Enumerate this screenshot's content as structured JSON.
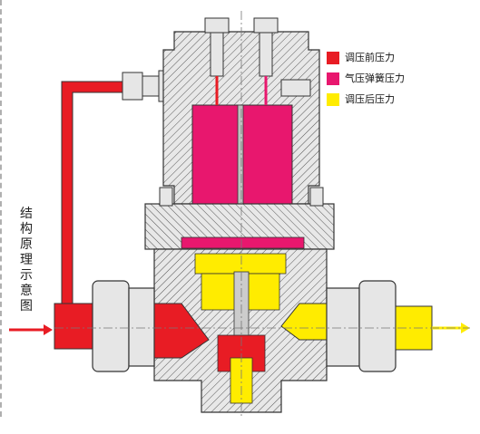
{
  "legend": {
    "items": [
      {
        "label": "调压前压力",
        "color": "#e81c24"
      },
      {
        "label": "气压弹簧压力",
        "color": "#e8176e"
      },
      {
        "label": "调压后压力",
        "color": "#ffec00"
      }
    ]
  },
  "side_title": "结构原理示意图",
  "colors": {
    "inlet": "#e81c24",
    "spring": "#e8176e",
    "outlet": "#ffec00",
    "body": "#e6e6e6",
    "outline": "#333333"
  }
}
